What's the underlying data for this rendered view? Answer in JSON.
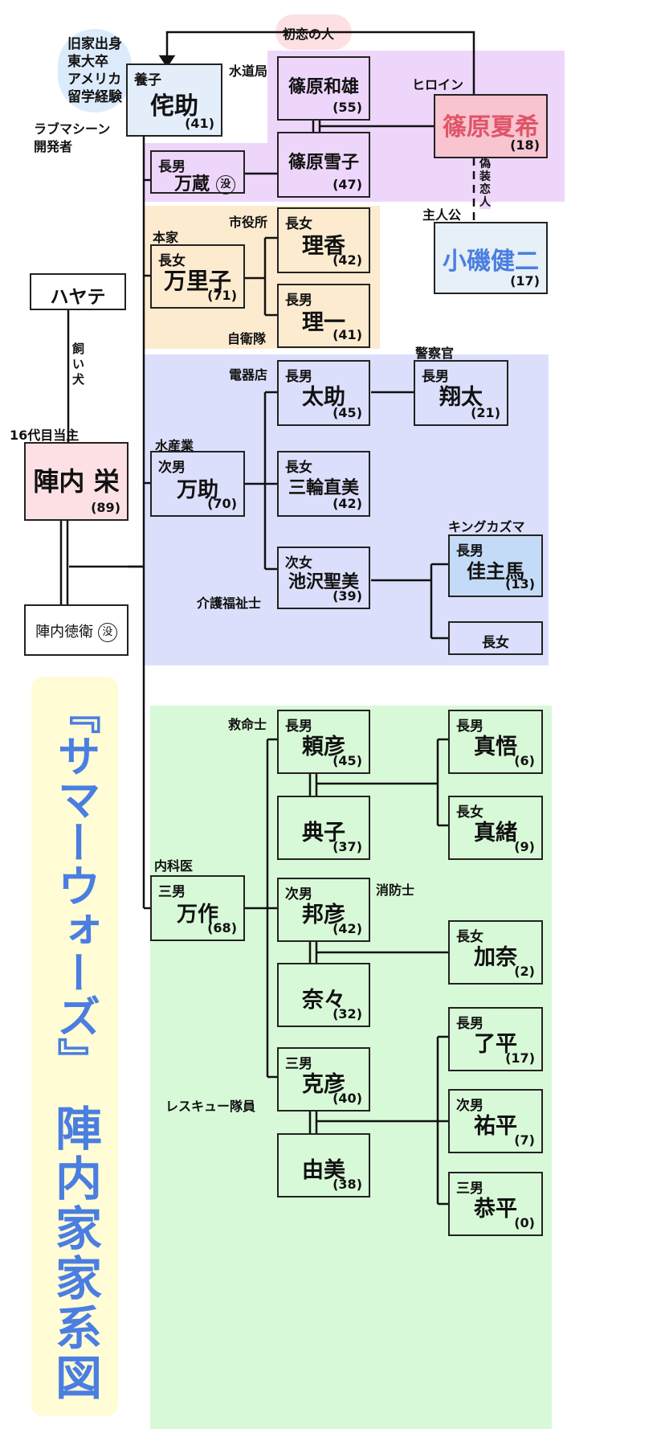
{
  "title": {
    "line1": "『サマーウォーズ』",
    "line2": "陣内家家系図"
  },
  "colors": {
    "purple": "#eed6fb",
    "orange": "#fdebd0",
    "blue": "#dcdffb",
    "green": "#d8f9d8",
    "yellow": "#fffcd6"
  },
  "notes": {
    "wabisuke_profile": [
      "旧家出身",
      "東大卒",
      "アメリカ",
      "留学経験"
    ],
    "wabisuke_job": [
      "ラブマシーン",
      "開発者"
    ],
    "first_love": "初恋の人",
    "heroine": "ヒロイン",
    "fake_lover": [
      "偽",
      "装",
      "恋",
      "人"
    ],
    "protagonist": "主人公",
    "pet": [
      "飼",
      "い",
      "犬"
    ],
    "head": "16代目当主"
  },
  "people": {
    "wabisuke": {
      "role": "養子",
      "name": "侘助",
      "age": "(41)"
    },
    "kazuo": {
      "name": "篠原和雄",
      "age": "(55)",
      "job": "水道局"
    },
    "yukiko": {
      "name": "篠原雪子",
      "age": "(47)"
    },
    "natsuki": {
      "name": "篠原夏希",
      "age": "(18)"
    },
    "kenji": {
      "name": "小磯健二",
      "age": "(17)"
    },
    "manzou": {
      "role": "長男",
      "name": "万蔵",
      "dead": "没"
    },
    "mariko": {
      "role": "長女",
      "name": "万里子",
      "age": "(71)",
      "note": "本家"
    },
    "rika": {
      "role": "長女",
      "name": "理香",
      "age": "(42)",
      "job": "市役所"
    },
    "riichi": {
      "role": "長男",
      "name": "理一",
      "age": "(41)",
      "job": "自衛隊"
    },
    "hayate": {
      "name": "ハヤテ"
    },
    "sakae": {
      "name": "陣内 栄",
      "age": "(89)"
    },
    "tokue": {
      "name": "陣内徳衛",
      "dead": "没"
    },
    "mansuke": {
      "role": "次男",
      "name": "万助",
      "age": "(70)",
      "job": "水産業"
    },
    "tasuke": {
      "role": "長男",
      "name": "太助",
      "age": "(45)",
      "job": "電器店"
    },
    "shota": {
      "role": "長男",
      "name": "翔太",
      "age": "(21)",
      "job": "警察官"
    },
    "naomi": {
      "role": "長女",
      "name": "三輪直美",
      "age": "(42)"
    },
    "kiyomi": {
      "role": "次女",
      "name": "池沢聖美",
      "age": "(39)",
      "job": "介護福祉士"
    },
    "kazuma": {
      "role": "長男",
      "name": "佳主馬",
      "age": "(13)",
      "nick": "キングカズマ"
    },
    "kiyomi_daughter": {
      "role": "長女"
    },
    "mansaku": {
      "role": "三男",
      "name": "万作",
      "age": "(68)",
      "job": "内科医"
    },
    "yorihiko": {
      "role": "長男",
      "name": "頼彦",
      "age": "(45)",
      "job": "救命士"
    },
    "noriko": {
      "name": "典子",
      "age": "(37)"
    },
    "shingo": {
      "role": "長男",
      "name": "真悟",
      "age": "(6)"
    },
    "mao": {
      "role": "長女",
      "name": "真緒",
      "age": "(9)"
    },
    "kunihiko": {
      "role": "次男",
      "name": "邦彦",
      "age": "(42)",
      "job": "消防士"
    },
    "nana": {
      "name": "奈々",
      "age": "(32)"
    },
    "kana": {
      "role": "長女",
      "name": "加奈",
      "age": "(2)"
    },
    "katsuhiko": {
      "role": "三男",
      "name": "克彦",
      "age": "(40)",
      "job": "レスキュー隊員"
    },
    "yumi": {
      "name": "由美",
      "age": "(38)"
    },
    "ryohei": {
      "role": "長男",
      "name": "了平",
      "age": "(17)"
    },
    "yuhei": {
      "role": "次男",
      "name": "祐平",
      "age": "(7)"
    },
    "kyohei": {
      "role": "三男",
      "name": "恭平",
      "age": "(0)"
    }
  }
}
